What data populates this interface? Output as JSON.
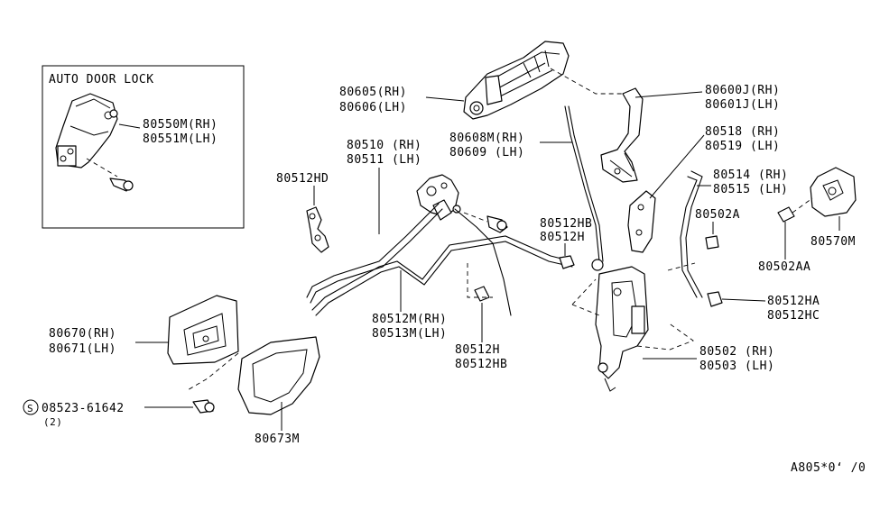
{
  "inset": {
    "title": "AUTO DOOR LOCK"
  },
  "callouts": {
    "c80550": {
      "line1": "80550M(RH)",
      "line2": "80551M(LH)"
    },
    "c80605": {
      "line1": "80605(RH)",
      "line2": "80606(LH)"
    },
    "c80600": {
      "line1": "80600J(RH)",
      "line2": "80601J(LH)"
    },
    "c80608": {
      "line1": "80608M(RH)",
      "line2": "80609 (LH)"
    },
    "c80510": {
      "line1": "80510 (RH)",
      "line2": "80511 (LH)"
    },
    "c80518": {
      "line1": "80518 (RH)",
      "line2": "80519 (LH)"
    },
    "c80512hd": {
      "line1": "80512HD"
    },
    "c80514": {
      "line1": "80514 (RH)",
      "line2": "80515 (LH)"
    },
    "c80512hb_top": {
      "line1": "80512HB",
      "line2": "80512H"
    },
    "c80502a": {
      "line1": "80502A"
    },
    "c80570": {
      "line1": "80570M"
    },
    "c80502aa": {
      "line1": "80502AA"
    },
    "c80512ha": {
      "line1": "80512HA",
      "line2": "80512HC"
    },
    "c80512m": {
      "line1": "80512M(RH)",
      "line2": "80513M(LH)"
    },
    "c80670": {
      "line1": "80670(RH)",
      "line2": "80671(LH)"
    },
    "c80502": {
      "line1": "80502 (RH)",
      "line2": "80503 (LH)"
    },
    "c80512h_bot": {
      "line1": "80512H",
      "line2": "80512HB"
    },
    "c08523": {
      "symbol": "S",
      "line1": "08523-61642",
      "line2": "(2)"
    },
    "c80673": {
      "line1": "80673M"
    }
  },
  "footer": {
    "code": "A805*0‘ /0"
  },
  "icon_names": [
    "door-lock-actuator-icon",
    "outside-handle-icon",
    "handle-bracket-icon",
    "lock-cylinder-icon",
    "rod-bracket-icon",
    "door-lock-assembly-icon",
    "striker-icon",
    "inside-handle-icon",
    "escutcheon-icon",
    "screw-icon",
    "clip-icon",
    "bolt-icon"
  ]
}
